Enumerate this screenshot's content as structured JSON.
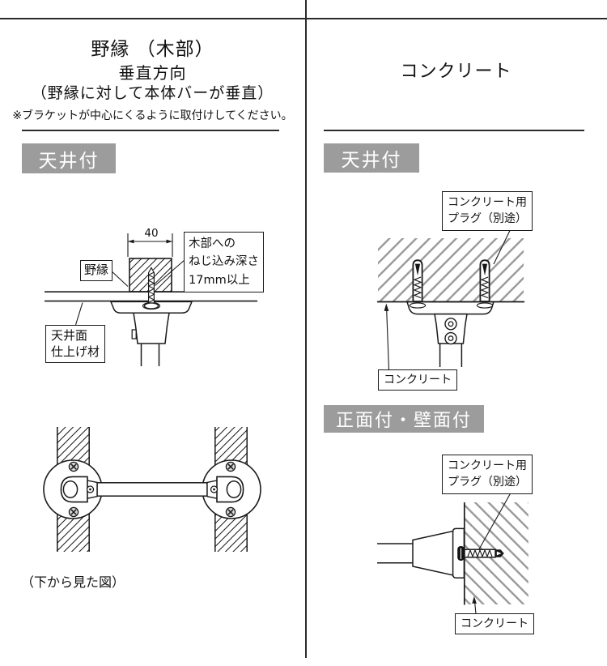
{
  "colors": {
    "badge_bg": "#9c9c9c",
    "badge_text": "#ffffff",
    "hatch_gray": "#9b9b9b",
    "line": "#1a1a1a"
  },
  "left": {
    "title": "野縁 （木部）",
    "direction": "垂直方向",
    "direction_note": "（野縁に対して本体バーが垂直）",
    "note": "※ブラケットが中心にくるように取付けしてください。",
    "ceiling_badge": "天井付",
    "dim_value": "40",
    "label_joist": "野縁",
    "label_screw_depth": [
      "木部への",
      "ねじ込み深さ",
      "17mm以上"
    ],
    "label_ceiling_finish": [
      "天井面",
      "仕上げ材"
    ],
    "bottom_caption": "（下から見た図）"
  },
  "right": {
    "title": "コンクリート",
    "ceiling_badge": "天井付",
    "front_badge": "正面付・壁面付",
    "plug_label": [
      "コンクリート用",
      "プラグ（別途）"
    ],
    "concrete_label": "コンクリート"
  }
}
